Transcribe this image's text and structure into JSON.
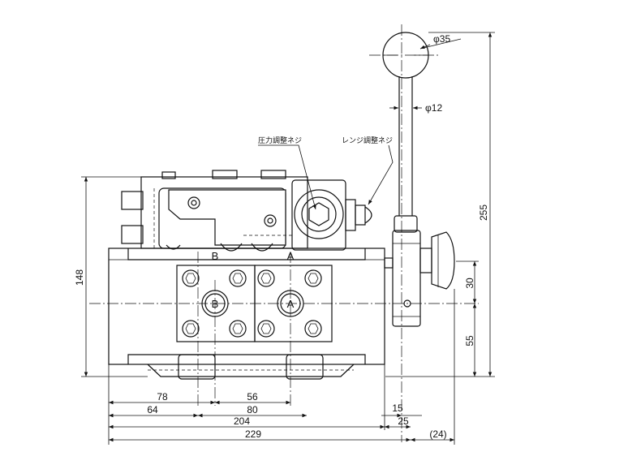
{
  "callouts": {
    "pressure_screw": "圧力調整ネジ",
    "range_screw": "レンジ調整ネジ"
  },
  "ports": {
    "b": "B",
    "a": "A"
  },
  "dimensions": {
    "ball_dia": "φ35",
    "lever_dia": "φ12",
    "total_height": "255",
    "body_height": "148",
    "side_30": "30",
    "side_55": "55",
    "bottom_78": "78",
    "bottom_56": "56",
    "bottom_64": "64",
    "bottom_80": "80",
    "bottom_15": "15",
    "bottom_204": "204",
    "bottom_25": "25",
    "bottom_229": "229",
    "bottom_24": "(24)"
  }
}
